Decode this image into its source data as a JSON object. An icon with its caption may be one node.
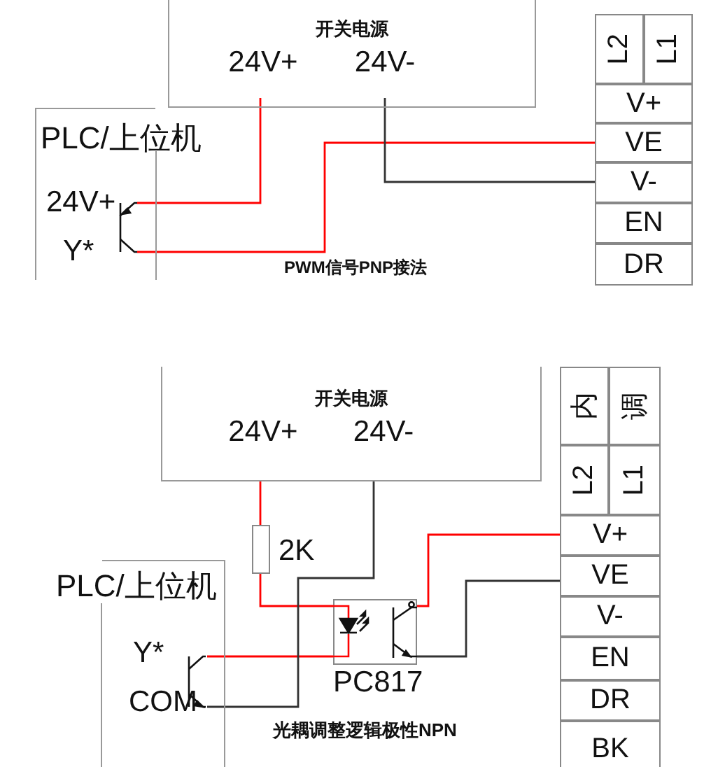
{
  "diagram": {
    "nodes": [
      {
        "text": [
          "开关电源"
        ]
      },
      {
        "text": [
          "24V+"
        ],
        "in": 0
      },
      {
        "text": [
          "24V-"
        ],
        "in": 0
      },
      {
        "text": [
          "PLC/上位机"
        ]
      },
      {
        "text": [],
        "shape": "transistor",
        "in": 3,
        "beside": [
          "24V+",
          "Y*"
        ]
      },
      {
        "text": [
          "L2"
        ]
      },
      {
        "text": [
          "L1"
        ]
      },
      {
        "text": [
          "V+"
        ]
      },
      {
        "text": [
          "VE"
        ]
      },
      {
        "text": [
          "V-"
        ]
      },
      {
        "text": [
          "EN"
        ]
      },
      {
        "text": [
          "DR"
        ]
      },
      {
        "text": [
          "开关电源"
        ]
      },
      {
        "text": [
          "24V+"
        ],
        "in": 12
      },
      {
        "text": [
          "24V-"
        ],
        "in": 12
      },
      {
        "text": [],
        "shape": "box",
        "beside": [
          "2K"
        ]
      },
      {
        "text": [],
        "shape": "box",
        "beside": [
          "PC817"
        ]
      },
      {
        "text": [
          "PLC/上位机"
        ]
      },
      {
        "text": [],
        "shape": "transistor",
        "in": 17,
        "beside": [
          "Y*",
          "COM"
        ]
      },
      {
        "text": [
          "内"
        ]
      },
      {
        "text": [
          "调"
        ]
      },
      {
        "text": [
          "L2"
        ]
      },
      {
        "text": [
          "L1"
        ]
      },
      {
        "text": [
          "V+"
        ]
      },
      {
        "text": [
          "VE"
        ]
      },
      {
        "text": [
          "V-"
        ]
      },
      {
        "text": [
          "EN"
        ]
      },
      {
        "text": [
          "DR"
        ]
      },
      {
        "text": [
          "BK"
        ]
      }
    ],
    "edges": [
      {
        "from": 1,
        "to": 4,
        "arrow": "none"
      },
      {
        "from": 4,
        "to": 8,
        "arrow": "none"
      },
      {
        "from": 2,
        "to": 9,
        "arrow": "none",
        "color": "#333333"
      },
      {
        "from": 13,
        "to": 15,
        "arrow": "none"
      },
      {
        "from": 15,
        "to": 16,
        "arrow": "none"
      },
      {
        "from": 18,
        "to": 16,
        "arrow": "none"
      },
      {
        "from": 14,
        "to": 18,
        "arrow": "none",
        "color": "#333333"
      },
      {
        "from": 16,
        "to": 23,
        "arrow": "none"
      },
      {
        "from": 16,
        "to": 24,
        "arrow": "none",
        "color": "#333333"
      }
    ],
    "labels": [
      "PWM信号PNP接法",
      "光耦调整逻辑极性NPN"
    ]
  }
}
